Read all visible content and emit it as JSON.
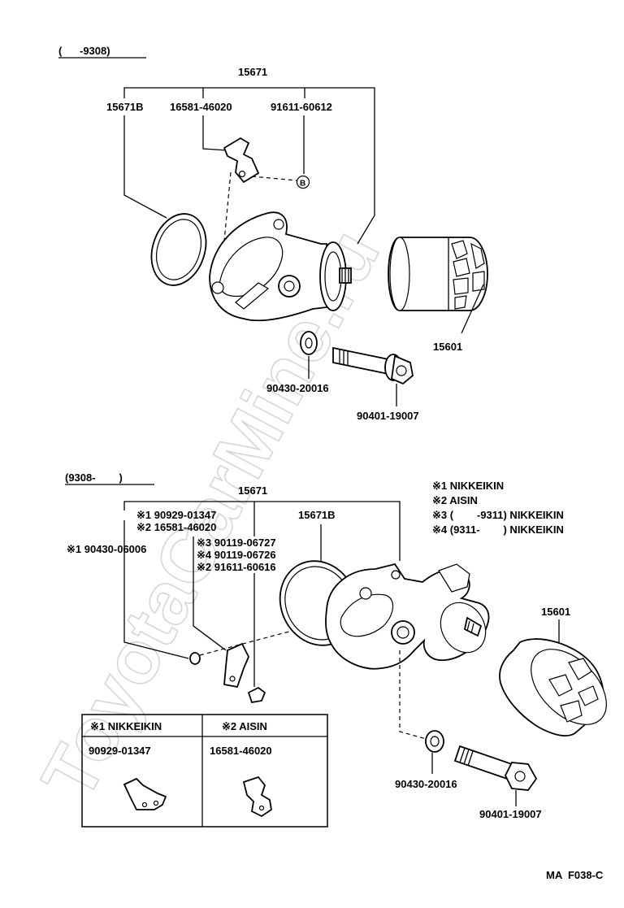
{
  "watermark": "ToyotaCarMine.ru",
  "top_section": {
    "range_label": "(      -9308)",
    "labels": {
      "assembly": "15671",
      "gasket": "15671B",
      "bracket": "16581-46020",
      "bolt": "91611-60612",
      "callout_b": "B",
      "filter": "15601",
      "washer": "90430-20016",
      "union_bolt": "90401-19007"
    }
  },
  "bottom_section": {
    "range_label": "(9308-        )",
    "labels": {
      "assembly": "15671",
      "gasket": "15671B",
      "bracket_1": "※1 90929-01347",
      "bracket_2": "※2 16581-46020",
      "washer_small": "※1 90430-06006",
      "bolt_3": "※3 90119-06727",
      "bolt_4": "※4 90119-06726",
      "bolt_2": "※2 91611-60616",
      "filter": "15601",
      "washer": "90430-20016",
      "union_bolt": "90401-19007"
    },
    "legend": [
      "※1 NIKKEIKIN",
      "※2 AISIN",
      "※3 (        -9311) NIKKEIKIN",
      "※4 (9311-        ) NIKKEIKIN"
    ],
    "table": {
      "headers": [
        "※1 NIKKEIKIN",
        "※2 AISIN"
      ],
      "parts": [
        "90929-01347",
        "16581-46020"
      ]
    }
  },
  "footer_code": "MA  F038-C"
}
